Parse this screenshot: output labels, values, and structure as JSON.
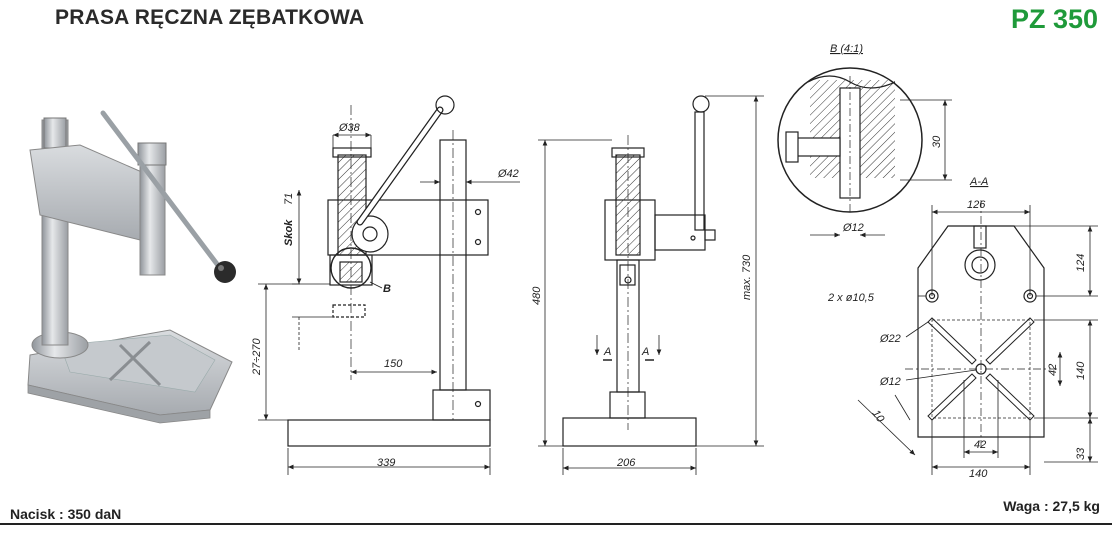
{
  "header": {
    "title": "PRASA RĘCZNA ZĘBATKOWA",
    "model": "PZ 350"
  },
  "footer": {
    "force": "Nacisk : 350 daN",
    "weight": "Waga : 27,5 kg"
  },
  "drawing": {
    "front": {
      "dia_screw": "Ø38",
      "dia_column": "Ø42",
      "stroke_label": "Skok",
      "stroke_value": "71",
      "detail_ref": "B",
      "height_range": "27÷270",
      "reach": "150",
      "base_length": "339"
    },
    "side": {
      "height": "480",
      "max_height": "max. 730",
      "section_left": "A",
      "section_right": "A",
      "base_width": "206"
    },
    "detail": {
      "title": "B (4:1)",
      "depth": "30",
      "hole": "Ø12"
    },
    "section": {
      "title": "A-A",
      "width_top": "126",
      "height_top": "124",
      "holes": "2 x ø10,5",
      "dia_22": "Ø22",
      "dia_12": "Ø12",
      "slot_42_v": "42",
      "slot_140_v": "140",
      "slot_42_h": "42",
      "slot_140_h": "140",
      "slot_width": "10",
      "edge": "33"
    }
  },
  "colors": {
    "model_green": "#1f9a3a",
    "text": "#222222",
    "metal": "#b8bcc0"
  }
}
